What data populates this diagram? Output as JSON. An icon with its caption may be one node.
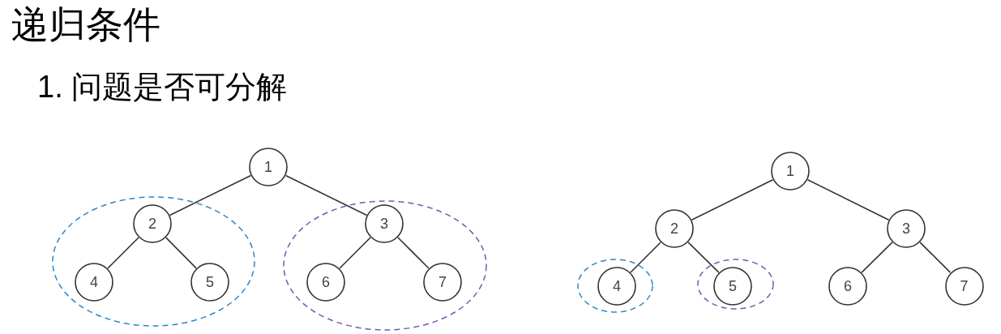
{
  "diagram": {
    "title": "递归条件",
    "nodes": [
      {
        "text": [
          "1"
        ]
      },
      {
        "text": [],
        "shape": "ellipse"
      },
      {
        "text": [
          "2"
        ],
        "in": 1
      },
      {
        "text": [
          "4"
        ],
        "in": 1
      },
      {
        "text": [
          "5"
        ],
        "in": 1
      },
      {
        "text": [],
        "shape": "ellipse"
      },
      {
        "text": [
          "3"
        ],
        "in": 5
      },
      {
        "text": [
          "6"
        ],
        "in": 5
      },
      {
        "text": [
          "7"
        ],
        "in": 5
      },
      {
        "text": [
          "1"
        ]
      },
      {
        "text": [
          "2"
        ]
      },
      {
        "text": [
          "3"
        ]
      },
      {
        "text": [],
        "shape": "ellipse"
      },
      {
        "text": [
          "4"
        ],
        "in": 12
      },
      {
        "text": [],
        "shape": "ellipse"
      },
      {
        "text": [
          "5"
        ],
        "in": 14
      },
      {
        "text": [
          "6"
        ]
      },
      {
        "text": [
          "7"
        ]
      }
    ],
    "edges": [
      {
        "from": 0,
        "to": 2,
        "arrow": "none"
      },
      {
        "from": 0,
        "to": 6,
        "arrow": "none"
      },
      {
        "from": 2,
        "to": 3,
        "arrow": "none"
      },
      {
        "from": 2,
        "to": 4,
        "arrow": "none"
      },
      {
        "from": 6,
        "to": 7,
        "arrow": "none"
      },
      {
        "from": 6,
        "to": 8,
        "arrow": "none"
      },
      {
        "from": 9,
        "to": 10,
        "arrow": "none"
      },
      {
        "from": 9,
        "to": 11,
        "arrow": "none"
      },
      {
        "from": 10,
        "to": 13,
        "arrow": "none"
      },
      {
        "from": 10,
        "to": 15,
        "arrow": "none"
      },
      {
        "from": 11,
        "to": 16,
        "arrow": "none"
      },
      {
        "from": 11,
        "to": 17,
        "arrow": "none"
      }
    ],
    "labels": [
      "1. 问题是否可分解"
    ]
  }
}
